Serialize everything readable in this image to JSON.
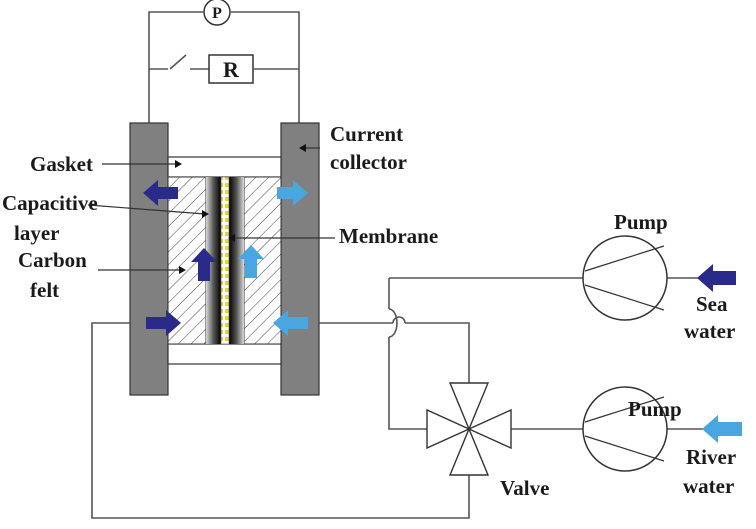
{
  "labels": {
    "gauge": "P",
    "resistor": "R",
    "current_collector_1": "Current",
    "current_collector_2": "collector",
    "gasket": "Gasket",
    "capacitive_1": "Capacitive",
    "capacitive_2": "layer",
    "membrane": "Membrane",
    "carbon_1": "Carbon",
    "carbon_2": "felt",
    "pump": "Pump",
    "sea_1": "Sea",
    "sea_2": "water",
    "river_1": "River",
    "river_2": "water",
    "valve": "Valve"
  },
  "colors": {
    "sea_arrow": "#2a2a8a",
    "river_arrow": "#4aa6e0",
    "collector": "#808080",
    "membrane_dots": "#e8d23a"
  }
}
